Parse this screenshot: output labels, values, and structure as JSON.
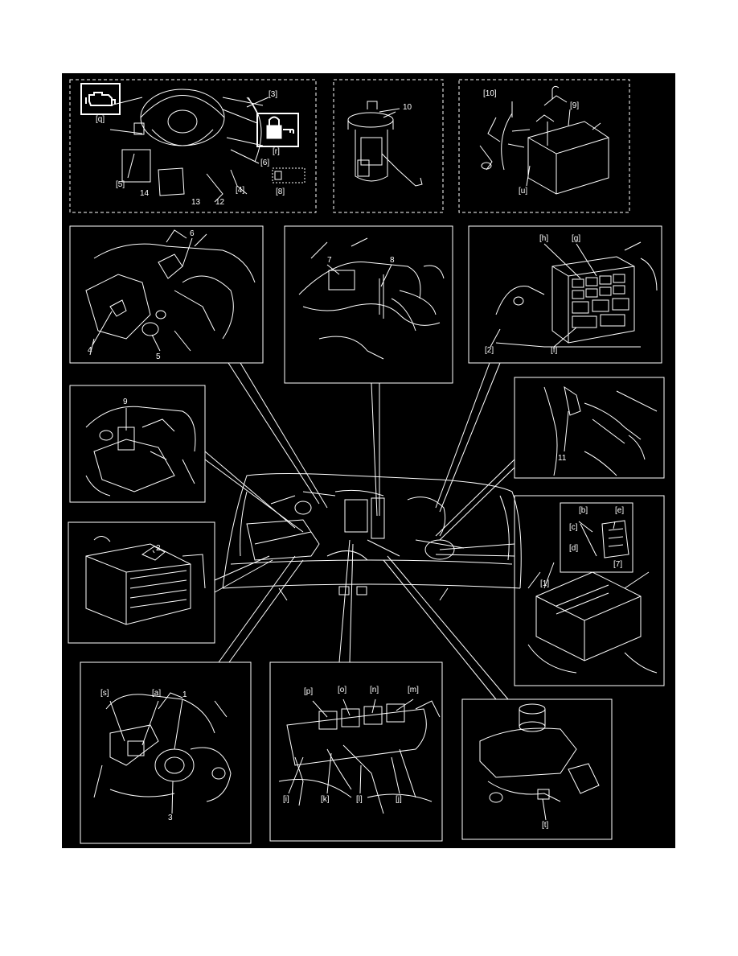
{
  "colors": {
    "background": "#000000",
    "line": "#ffffff",
    "page": "#ffffff"
  },
  "icons": {
    "engine_warning": "check-engine-icon",
    "immobilizer": "lock-key-icon"
  },
  "panels": {
    "dashboard": {
      "labels": [
        "[q]",
        "[3]",
        "[r]",
        "[6]",
        "[5]",
        "14",
        "13",
        "12",
        "[4]",
        "[8]"
      ]
    },
    "fuel_pump": {
      "labels": [
        "10"
      ]
    },
    "canister": {
      "labels": [
        "[10]",
        "[9]",
        "[u]"
      ]
    },
    "throttle_top": {
      "labels": [
        "6",
        "4",
        "5"
      ]
    },
    "intake_mid": {
      "labels": [
        "7",
        "8"
      ]
    },
    "fuse_box": {
      "labels": [
        "[h]",
        "[g]",
        "[2]",
        "[f]"
      ]
    },
    "left_mid": {
      "labels": [
        "9"
      ]
    },
    "right_mid": {
      "labels": [
        "11"
      ]
    },
    "air_cleaner": {
      "labels": [
        "2"
      ]
    },
    "ecm": {
      "labels": [
        "[b]",
        "[e]",
        "[c]",
        "[d]",
        "[7]",
        "[1]"
      ]
    },
    "throttle_body": {
      "labels": [
        "[s]",
        "[a]",
        "1",
        "3"
      ]
    },
    "ignition_coils": {
      "labels": [
        "[p]",
        "[o]",
        "[n]",
        "[m]",
        "[i]",
        "[k]",
        "[l]",
        "[j]"
      ]
    },
    "oil_filter": {
      "labels": [
        "[t]"
      ]
    }
  }
}
